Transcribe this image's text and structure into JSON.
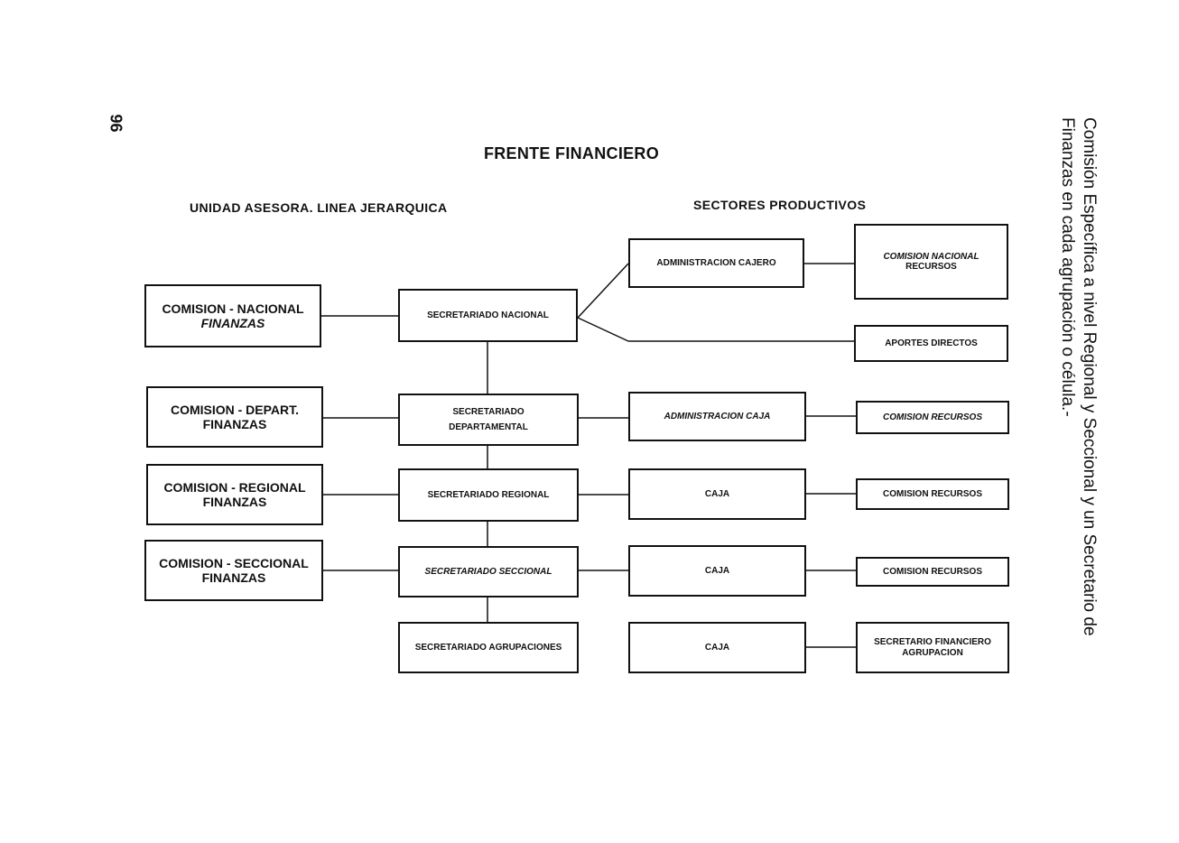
{
  "page_number": "96",
  "title": "FRENTE FINANCIERO",
  "left_heading": "UNIDAD ASESORA. LINEA JERARQUICA",
  "right_heading": "SECTORES PRODUCTIVOS",
  "side_note": {
    "line1": "Comisión Específica a nivel Regional y Seccional y un Secretario de",
    "line2": "Finanzas en cada agrupación o célula.-"
  },
  "comisiones": [
    {
      "line1": "COMISION - NACIONAL",
      "line2": "FINANZAS"
    },
    {
      "line1": "COMISION - DEPART.",
      "line2": "FINANZAS"
    },
    {
      "line1": "COMISION - REGIONAL",
      "line2": "FINANZAS"
    },
    {
      "line1": "COMISION - SECCIONAL",
      "line2": "FINANZAS"
    }
  ],
  "secretariados": [
    {
      "line1": "SECRETARIADO NACIONAL",
      "line2": ""
    },
    {
      "line1": "SECRETARIADO",
      "line2": "DEPARTAMENTAL"
    },
    {
      "line1": "SECRETARIADO REGIONAL",
      "line2": ""
    },
    {
      "line1": "SECRETARIADO SECCIONAL",
      "line2": ""
    },
    {
      "line1": "SECRETARIADO AGRUPACIONES",
      "line2": ""
    }
  ],
  "sectores": [
    {
      "label": "ADMINISTRACION CAJERO"
    },
    {
      "label": "ADMINISTRACION CAJA"
    },
    {
      "label": "CAJA"
    },
    {
      "label": "CAJA"
    },
    {
      "label": "CAJA"
    }
  ],
  "recursos": [
    {
      "line1": "COMISION NACIONAL",
      "line2": "RECURSOS"
    },
    {
      "line1": "APORTES DIRECTOS",
      "line2": ""
    },
    {
      "line1": "COMISION RECURSOS",
      "line2": ""
    },
    {
      "line1": "COMISION RECURSOS",
      "line2": ""
    },
    {
      "line1": "COMISION RECURSOS",
      "line2": ""
    },
    {
      "line1": "SECRETARIO FINANCIERO",
      "line2": "AGRUPACION"
    }
  ]
}
